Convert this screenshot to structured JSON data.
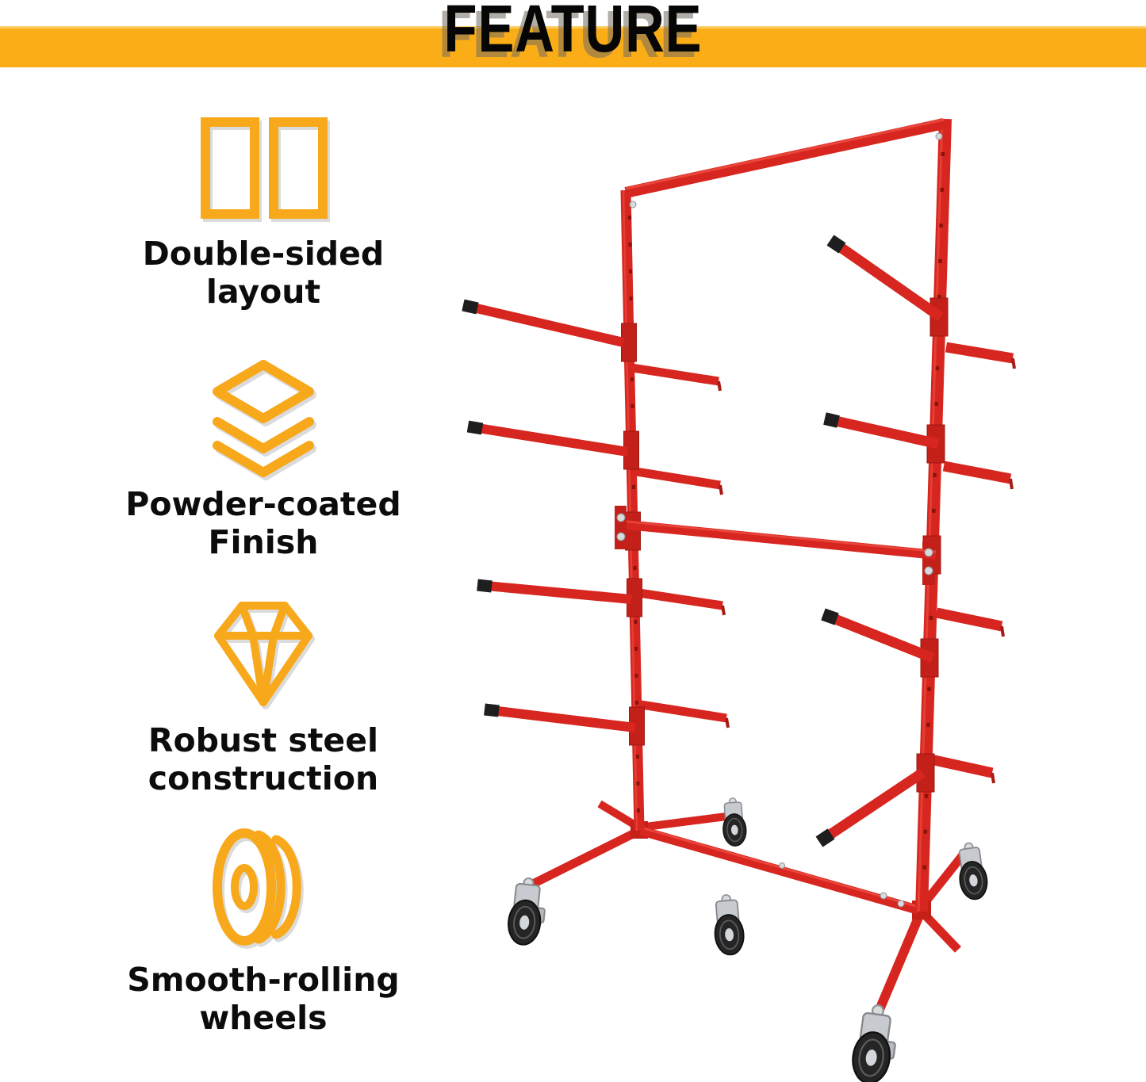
{
  "header": {
    "title": "FEATURE"
  },
  "colors": {
    "banner": "#FBAD18",
    "icon": "#F8A81B",
    "text": "#0C0C0C",
    "rack_red": "#D7261F",
    "rack_red_dark": "#A81B14",
    "arm_cap": "#1E1E1E",
    "caster_metal": "#D8DADD",
    "wheel": "#252525"
  },
  "features": [
    {
      "icon": "double-rectangles-icon",
      "line1": "Double-sided",
      "line2": "layout"
    },
    {
      "icon": "stacked-layers-icon",
      "line1": "Powder-coated",
      "line2": "Finish"
    },
    {
      "icon": "diamond-icon",
      "line1": "Robust steel",
      "line2": "construction"
    },
    {
      "icon": "wheel-icon",
      "line1": "Smooth-rolling",
      "line2": "wheels"
    }
  ]
}
